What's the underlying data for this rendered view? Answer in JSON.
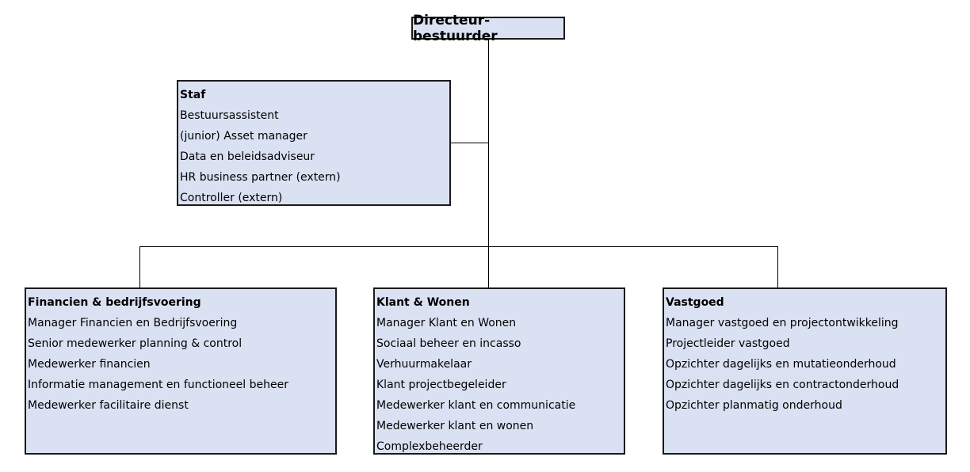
{
  "top": {
    "title": "Directeur-bestuurder"
  },
  "staf": {
    "title": "Staf",
    "items": [
      "Bestuursassistent",
      "(junior) Asset manager",
      "Data en beleidsadviseur",
      "HR business partner (extern)",
      "Controller (extern)"
    ]
  },
  "departments": [
    {
      "title": "Financien & bedrijfsvoering",
      "items": [
        "Manager Financien en Bedrijfsvoering",
        "Senior medewerker planning & control",
        "Medewerker financien",
        "Informatie management en functioneel beheer",
        "Medewerker facilitaire dienst"
      ]
    },
    {
      "title": "Klant & Wonen",
      "items": [
        "Manager Klant en Wonen",
        "Sociaal beheer en incasso",
        "Verhuurmakelaar",
        "Klant projectbegeleider",
        "Medewerker klant en communicatie",
        "Medewerker klant en wonen",
        "Complexbeheerder"
      ]
    },
    {
      "title": "Vastgoed",
      "items": [
        "Manager vastgoed en projectontwikkeling",
        "Projectleider vastgoed",
        "Opzichter dagelijks en mutatieonderhoud",
        "Opzichter dagelijks en contractonderhoud",
        "Opzichter planmatig onderhoud"
      ]
    }
  ]
}
